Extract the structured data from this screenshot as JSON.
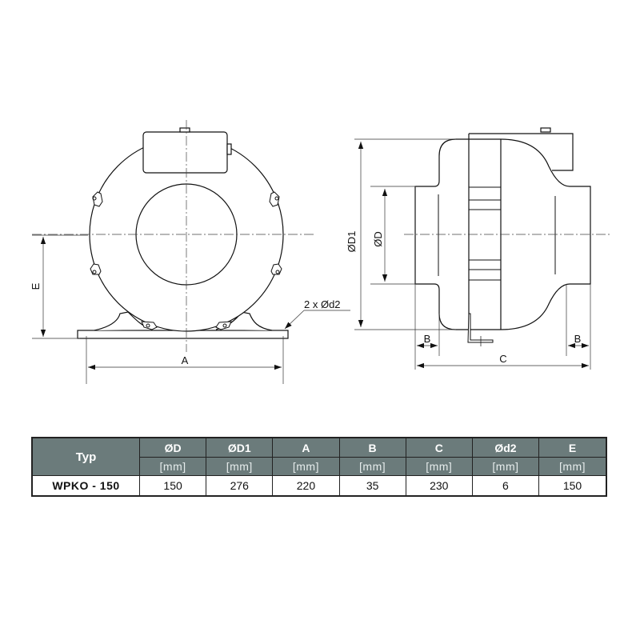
{
  "drawing": {
    "front_view": {
      "dimension_labels": {
        "width": "A",
        "height": "E",
        "mounting_holes": "2 x Ød2"
      }
    },
    "side_view": {
      "dimension_labels": {
        "outer_diameter": "ØD1",
        "duct_diameter": "ØD",
        "spigot_left": "B",
        "spigot_right": "B",
        "total_length": "C"
      }
    }
  },
  "table": {
    "type_header": "Typ",
    "columns": [
      {
        "name": "ØD",
        "unit": "[mm]"
      },
      {
        "name": "ØD1",
        "unit": "[mm]"
      },
      {
        "name": "A",
        "unit": "[mm]"
      },
      {
        "name": "B",
        "unit": "[mm]"
      },
      {
        "name": "C",
        "unit": "[mm]"
      },
      {
        "name": "Ød2",
        "unit": "[mm]"
      },
      {
        "name": "E",
        "unit": "[mm]"
      }
    ],
    "rows": [
      {
        "type": "WPKO - 150",
        "values": [
          "150",
          "276",
          "220",
          "35",
          "230",
          "6",
          "150"
        ]
      }
    ]
  },
  "colors": {
    "header_bg": "#6b7b7b",
    "header_text": "#ffffff",
    "line": "#111111"
  }
}
